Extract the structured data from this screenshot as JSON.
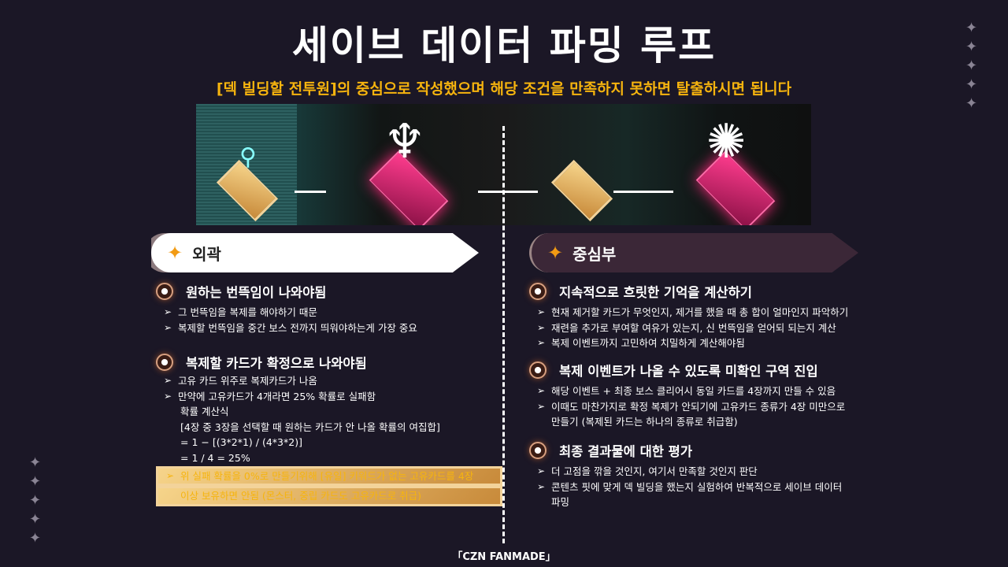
{
  "title": "세이브 데이터 파밍 루프",
  "subtitle": "[덱 빌딩할 전투원]의 중심으로 작성했으며 해당 조건을 만족하지 못하면 탈출하시면 됩니다",
  "left": {
    "header": "외곽",
    "sections": [
      {
        "heading": "원하는 번뜩임이 나와야됨",
        "bullets": [
          "그 번뜩임을 복제를 해야하기 때문",
          "복제할 번뜩임을 중간 보스 전까지 띄워야하는게 가장 중요"
        ]
      },
      {
        "heading": "복제할 카드가 확정으로 나와야됨",
        "bullets": [
          "고유 카드 위주로 복제카드가 나옴",
          "만약에 고유카드가 4개라면 25% 확률로 실패함"
        ],
        "calc": [
          "확률 계산식",
          "[4장 중 3장을 선택할 때 원하는 카드가 안 나올 확률의 여집합]",
          "= 1 − [(3*2*1) / (4*3*2)]",
          "= 1 / 4 = 25%"
        ],
        "note": [
          "위 실패 확률을 0%로 만들기위해 [유일] 키워드가 없는 고유카드를 4장",
          "이상 보유하면 안됨 (몬스터, 중립 카드도 고유카드로 취급)"
        ]
      }
    ]
  },
  "right": {
    "header": "중심부",
    "sections": [
      {
        "heading": "지속적으로 흐릿한 기억을 계산하기",
        "bullets": [
          "현재 제거할 카드가 무엇인지, 제거를 했을 때 총 합이 얼마인지 파악하기",
          "재련을 추가로 부여할 여유가 있는지, 신 번뜩임을 얻어되 되는지 계산",
          "복제 이벤트까지 고민하여 치밀하게 계산해야됨"
        ]
      },
      {
        "heading": "복제 이벤트가 나올 수 있도록 미확인 구역 진입",
        "bullets": [
          "해당 이벤트 + 최종 보스 클리어시 동일 카드를 4장까지 만들 수 있음",
          "이때도 마찬가지로 확정 복제가 안되기에 고유카드 종류가 4장 미만으로"
        ],
        "cont": "만들기 (복제된 카드는 하나의 종류로 취급함)"
      },
      {
        "heading": "최종 결과물에 대한 평가",
        "bullets": [
          "더 고점을 깎을 것인지, 여기서 만족할 것인지 판단",
          "콘텐츠 핏에 맞게 덱 빌딩을 했는지 실험하여 반복적으로 세이브 데이터"
        ],
        "cont": "파밍"
      }
    ]
  },
  "footer": "「CZN FANMADE」",
  "colors": {
    "accent": "#f6b40e",
    "background": "#1b1726",
    "pink": "#ff3c8e"
  }
}
